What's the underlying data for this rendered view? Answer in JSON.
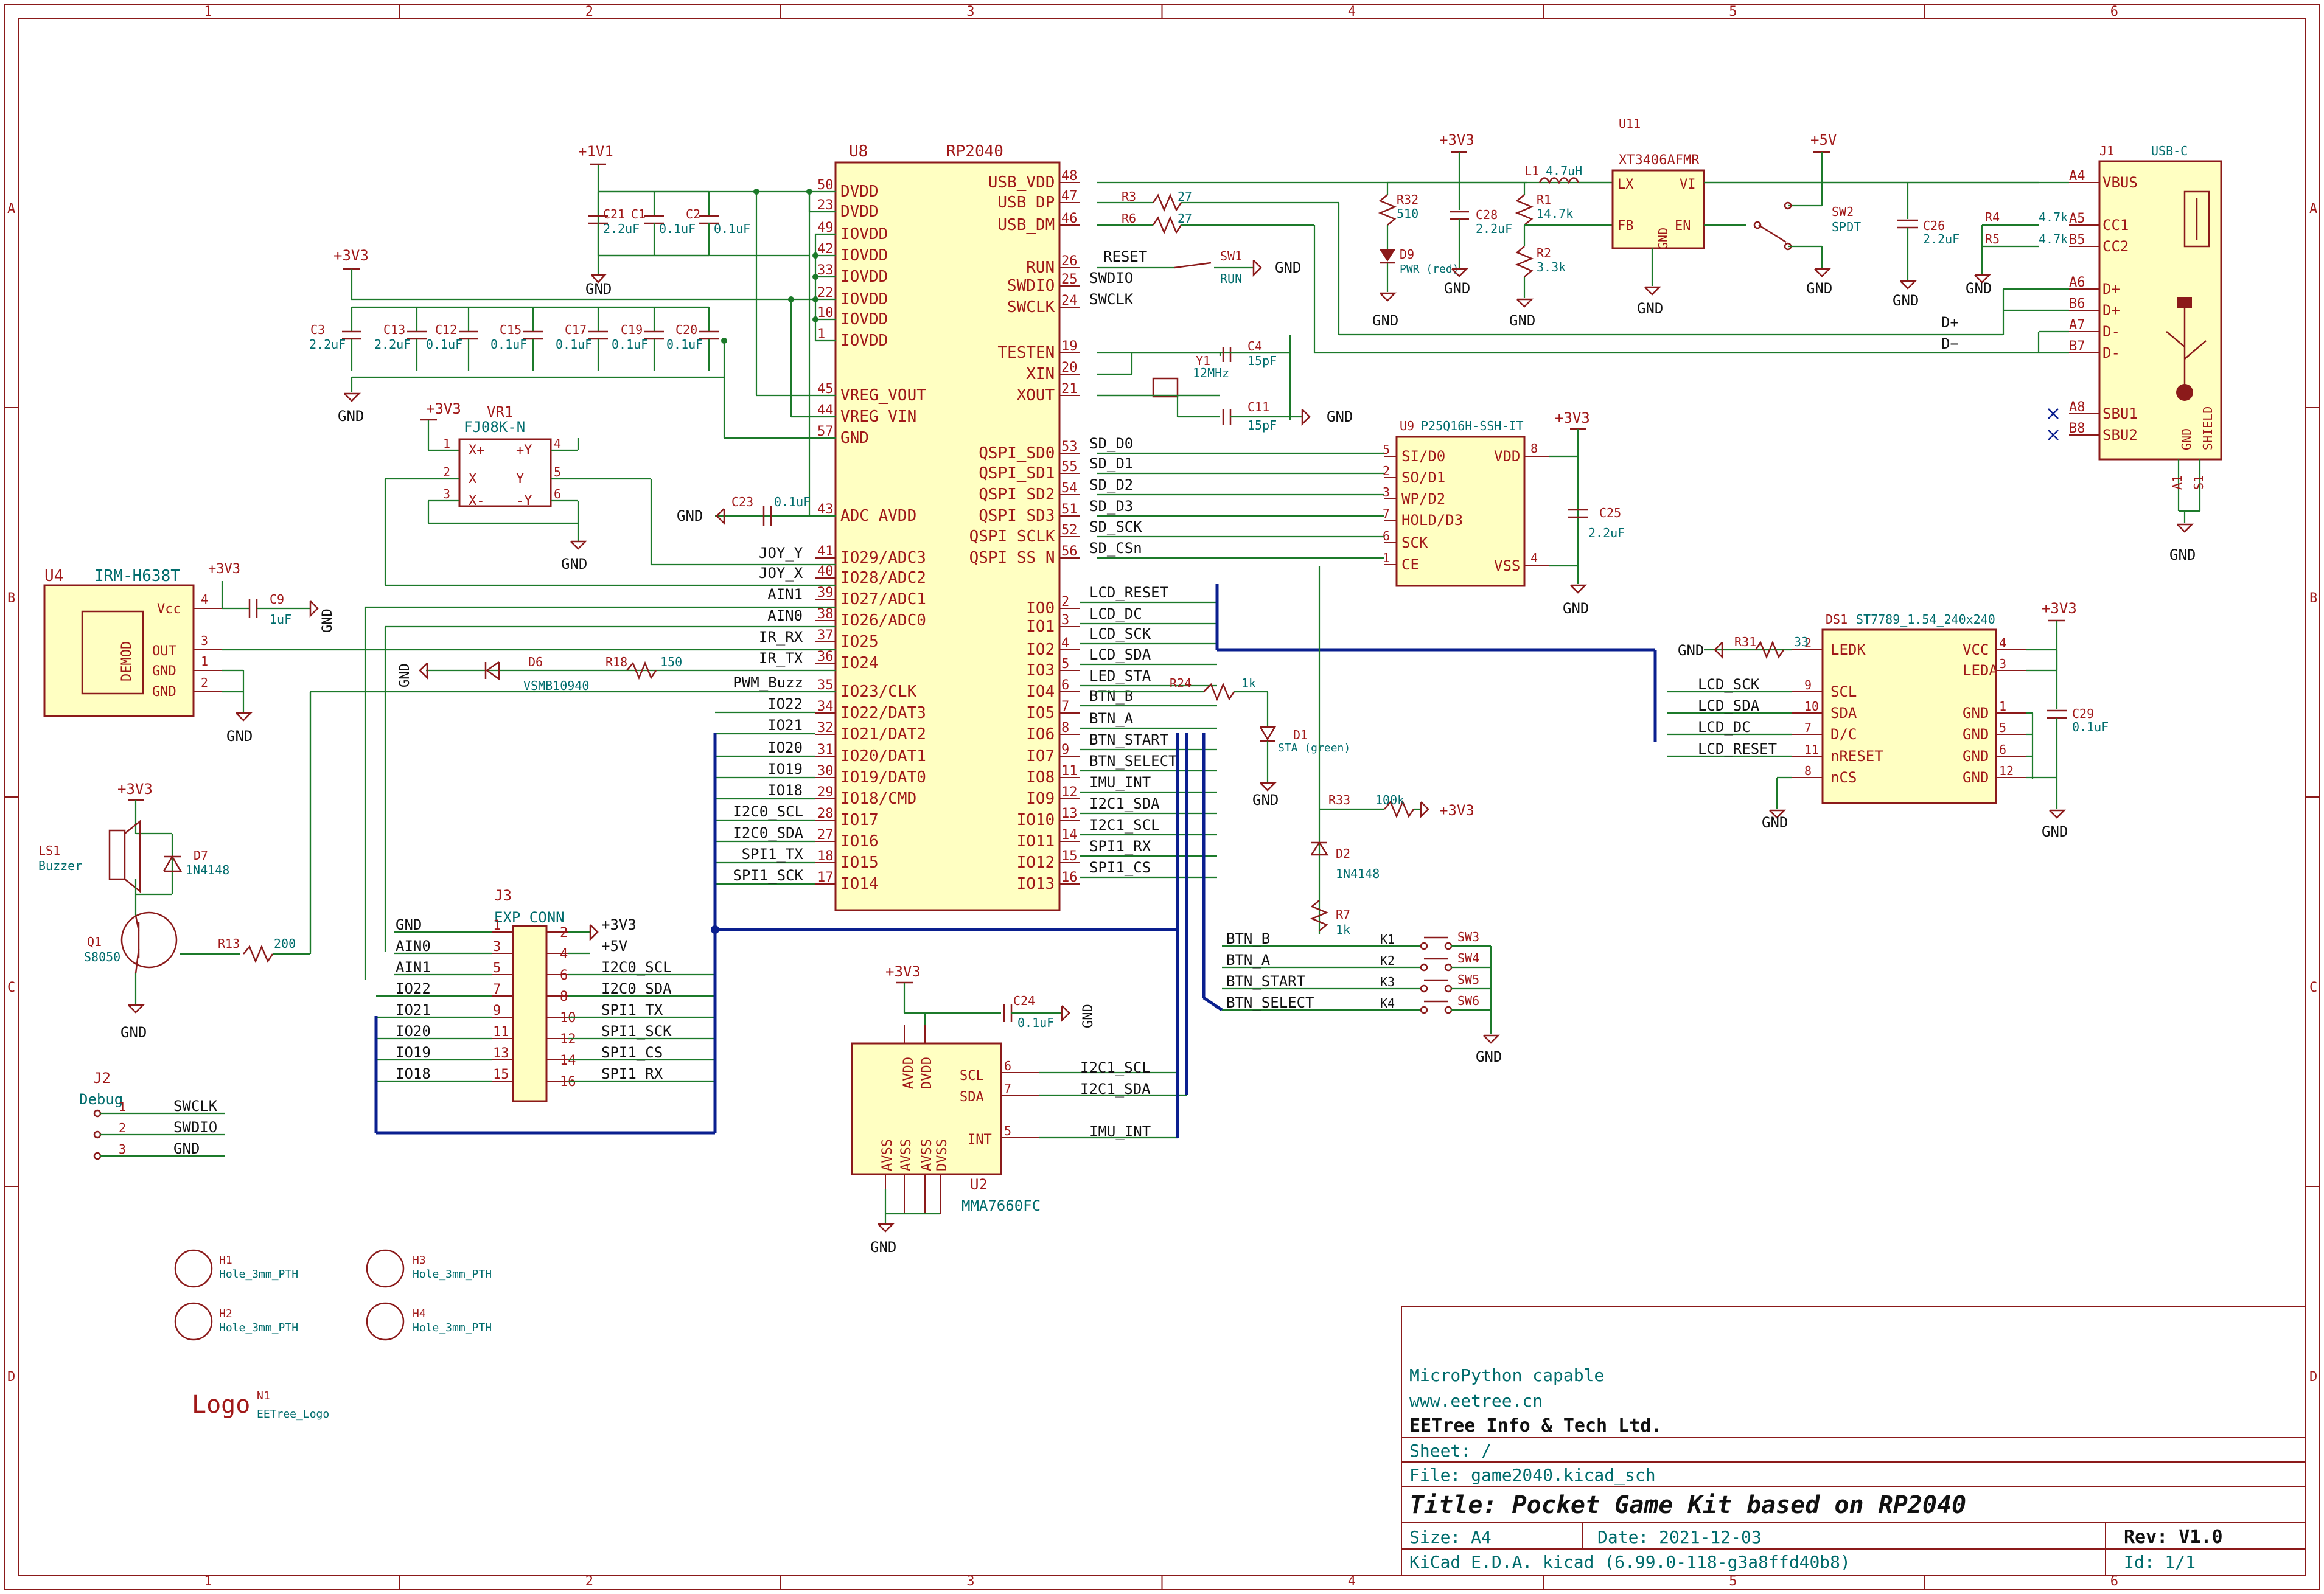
{
  "frame": {
    "columns": [
      "1",
      "2",
      "3",
      "4",
      "5",
      "6"
    ],
    "rows": [
      "A",
      "B",
      "C",
      "D"
    ]
  },
  "title_block": {
    "comment1": "MicroPython capable",
    "comment2": "www.eetree.cn",
    "company": "EETree Info & Tech Ltd.",
    "sheet": "Sheet: /",
    "file": "File: game2040.kicad_sch",
    "title": "Title: Pocket Game Kit based on RP2040",
    "size": "Size: A4",
    "date": "Date: 2021-12-03",
    "rev": "Rev: V1.0",
    "tool": "KiCad E.D.A.  kicad (6.99.0-118-g3a8ffd40b8)",
    "id": "Id: 1/1"
  },
  "mcu": {
    "ref": "U8",
    "value": "RP2040",
    "left_pins": [
      {
        "num": "50",
        "name": "DVDD"
      },
      {
        "num": "23",
        "name": "DVDD"
      },
      {
        "num": "49",
        "name": "IOVDD"
      },
      {
        "num": "42",
        "name": "IOVDD"
      },
      {
        "num": "33",
        "name": "IOVDD"
      },
      {
        "num": "22",
        "name": "IOVDD"
      },
      {
        "num": "10",
        "name": "IOVDD"
      },
      {
        "num": "1",
        "name": "IOVDD"
      },
      {
        "num": "45",
        "name": "VREG_VOUT"
      },
      {
        "num": "44",
        "name": "VREG_VIN"
      },
      {
        "num": "57",
        "name": "GND"
      },
      {
        "num": "43",
        "name": "ADC_AVDD"
      },
      {
        "num": "41",
        "name": "IO29/ADC3"
      },
      {
        "num": "40",
        "name": "IO28/ADC2"
      },
      {
        "num": "39",
        "name": "IO27/ADC1"
      },
      {
        "num": "38",
        "name": "IO26/ADC0"
      },
      {
        "num": "37",
        "name": "IO25"
      },
      {
        "num": "36",
        "name": "IO24"
      },
      {
        "num": "35",
        "name": "IO23/CLK"
      },
      {
        "num": "34",
        "name": "IO22/DAT3"
      },
      {
        "num": "32",
        "name": "IO21/DAT2"
      },
      {
        "num": "31",
        "name": "IO20/DAT1"
      },
      {
        "num": "30",
        "name": "IO19/DAT0"
      },
      {
        "num": "29",
        "name": "IO18/CMD"
      },
      {
        "num": "28",
        "name": "IO17"
      },
      {
        "num": "27",
        "name": "IO16"
      },
      {
        "num": "18",
        "name": "IO15"
      },
      {
        "num": "17",
        "name": "IO14"
      }
    ],
    "right_pins": [
      {
        "num": "48",
        "name": "USB_VDD"
      },
      {
        "num": "47",
        "name": "USB_DP"
      },
      {
        "num": "46",
        "name": "USB_DM"
      },
      {
        "num": "26",
        "name": "RUN"
      },
      {
        "num": "25",
        "name": "SWDIO"
      },
      {
        "num": "24",
        "name": "SWCLK"
      },
      {
        "num": "19",
        "name": "TESTEN"
      },
      {
        "num": "20",
        "name": "XIN"
      },
      {
        "num": "21",
        "name": "XOUT"
      },
      {
        "num": "53",
        "name": "QSPI_SD0"
      },
      {
        "num": "55",
        "name": "QSPI_SD1"
      },
      {
        "num": "54",
        "name": "QSPI_SD2"
      },
      {
        "num": "51",
        "name": "QSPI_SD3"
      },
      {
        "num": "52",
        "name": "QSPI_SCLK"
      },
      {
        "num": "56",
        "name": "QSPI_SS_N"
      },
      {
        "num": "2",
        "name": "IO0"
      },
      {
        "num": "3",
        "name": "IO1"
      },
      {
        "num": "4",
        "name": "IO2"
      },
      {
        "num": "5",
        "name": "IO3"
      },
      {
        "num": "6",
        "name": "IO4"
      },
      {
        "num": "7",
        "name": "IO5"
      },
      {
        "num": "8",
        "name": "IO6"
      },
      {
        "num": "9",
        "name": "IO7"
      },
      {
        "num": "11",
        "name": "IO8"
      },
      {
        "num": "12",
        "name": "IO9"
      },
      {
        "num": "13",
        "name": "IO10"
      },
      {
        "num": "14",
        "name": "IO11"
      },
      {
        "num": "15",
        "name": "IO12"
      },
      {
        "num": "16",
        "name": "IO13"
      }
    ],
    "left_nets": [
      "JOY_Y",
      "JOY_X",
      "AIN1",
      "AIN0",
      "IR_RX",
      "IR_TX",
      "PWM_Buzz",
      "IO22",
      "IO21",
      "IO20",
      "IO19",
      "IO18",
      "I2C0_SCL",
      "I2C0_SDA",
      "SPI1_TX",
      "SPI1_SCK"
    ],
    "right_nets": [
      "RESET",
      "SWDIO",
      "SWCLK",
      "SD_D0",
      "SD_D1",
      "SD_D2",
      "SD_D3",
      "SD_SCK",
      "SD_CSn",
      "LCD_RESET",
      "LCD_DC",
      "LCD_SCK",
      "LCD_SDA",
      "LED_STA",
      "BTN_B",
      "BTN_A",
      "BTN_START",
      "BTN_SELECT",
      "IMU_INT",
      "I2C1_SDA",
      "I2C1_SCL",
      "SPI1_RX",
      "SPI1_CS"
    ]
  },
  "power_caps": [
    {
      "ref": "C3",
      "val": "2.2uF"
    },
    {
      "ref": "C13",
      "val": "2.2uF"
    },
    {
      "ref": "C12",
      "val": "0.1uF"
    },
    {
      "ref": "C15",
      "val": "0.1uF"
    },
    {
      "ref": "C17",
      "val": "0.1uF"
    },
    {
      "ref": "C19",
      "val": "0.1uF"
    },
    {
      "ref": "C20",
      "val": "0.1uF"
    }
  ],
  "core_caps": [
    {
      "ref": "C21",
      "val": "2.2uF"
    },
    {
      "ref": "C1",
      "val": "0.1uF"
    },
    {
      "ref": "C2",
      "val": "0.1uF"
    }
  ],
  "labels": {
    "v1v1": "+1V1",
    "v3v3": "+3V3",
    "v5v": "+5V",
    "gnd": "GND",
    "c23": "C23",
    "c23v": "0.1uF",
    "vr1": "VR1",
    "vr1v": "FJ08K-N",
    "vr_pins": [
      "X+",
      "+Y",
      "X",
      "Y",
      "X-",
      "-Y"
    ],
    "u4": "U4",
    "u4v": "IRM-H638T",
    "demod": "DEMOD",
    "vcc": "Vcc",
    "out": "OUT",
    "c9": "C9",
    "c9v": "1uF",
    "d6": "D6",
    "d6v": "VSMB10940",
    "r18": "R18",
    "r18v": "150",
    "ls1": "LS1",
    "ls1v": "Buzzer",
    "d7": "D7",
    "d7v": "1N4148",
    "q1": "Q1",
    "q1v": "S8050",
    "r13": "R13",
    "r13v": "200",
    "j3": "J3",
    "j3v": "EXP_CONN",
    "j3_left": [
      "GND",
      "AIN0",
      "AIN1",
      "IO22",
      "IO21",
      "IO20",
      "IO19",
      "IO18"
    ],
    "j3_right": [
      "+3V3",
      "+5V",
      "I2C0_SCL",
      "I2C0_SDA",
      "SPI1_TX",
      "SPI1_SCK",
      "SPI1_CS",
      "SPI1_RX"
    ],
    "j2": "J2",
    "j2v": "Debug",
    "j2_nets": [
      "SWCLK",
      "SWDIO",
      "GND"
    ],
    "h1": "H1",
    "h2": "H2",
    "h3": "H3",
    "h4": "H4",
    "hv": "Hole_3mm_PTH",
    "logo": "Logo",
    "n1": "N1",
    "n1v": "EETree_Logo",
    "u2": "U2",
    "u2v": "MMA7660FC",
    "u2_pins": [
      "AVDD",
      "DVDD",
      "SCL",
      "SDA",
      "INT",
      "AVSS",
      "AVSS",
      "AVSS",
      "DVSS"
    ],
    "c24": "C24",
    "c24v": "0.1uF",
    "u9": "U9",
    "u9v": "P25Q16H-SSH-IT",
    "u9_pins": [
      "SI/D0",
      "SO/D1",
      "WP/D2",
      "HOLD/D3",
      "SCK",
      "CE",
      "VDD",
      "VSS"
    ],
    "c25": "C25",
    "c25v": "2.2uF",
    "sw1": "SW1",
    "sw1v": "RUN",
    "r3": "R3",
    "r6": "R6",
    "r27": "27",
    "c4": "C4",
    "c11": "C11",
    "c15pf": "15pF",
    "y1": "Y1",
    "y1v": "12MHz",
    "r24": "R24",
    "r24v": "1k",
    "d1": "D1",
    "d1v": "STA (green)",
    "r33": "R33",
    "r33v": "100k",
    "d2": "D2",
    "d2v": "1N4148",
    "r7": "R7",
    "r7v": "1k",
    "buttons": [
      {
        "net": "BTN_B",
        "k": "K1",
        "sw": "SW3"
      },
      {
        "net": "BTN_A",
        "k": "K2",
        "sw": "SW4"
      },
      {
        "net": "BTN_START",
        "k": "K3",
        "sw": "SW5"
      },
      {
        "net": "BTN_SELECT",
        "k": "K4",
        "sw": "SW6"
      }
    ],
    "r32": "R32",
    "r32v": "510",
    "d9": "D9",
    "d9v": "PWR (red)",
    "c28": "C28",
    "c28v": "2.2uF",
    "l1": "L1",
    "l1v": "4.7uH",
    "r1": "R1",
    "r1v": "14.7k",
    "r2": "R2",
    "r2v": "3.3k",
    "u11": "U11",
    "u11v": "XT3406AFMR",
    "u11_pins": [
      "LX",
      "VI",
      "FB",
      "EN",
      "GND"
    ],
    "sw2": "SW2",
    "sw2v": "SPDT",
    "c26": "C26",
    "c26v": "2.2uF",
    "j1": "J1",
    "j1v": "USB-C",
    "j1_pins": [
      {
        "n": "A4",
        "l": "VBUS"
      },
      {
        "n": "A5",
        "l": "CC1"
      },
      {
        "n": "B5",
        "l": "CC2"
      },
      {
        "n": "A6",
        "l": "D+"
      },
      {
        "n": "B6",
        "l": "D+"
      },
      {
        "n": "A7",
        "l": "D-"
      },
      {
        "n": "B7",
        "l": "D-"
      },
      {
        "n": "A8",
        "l": "SBU1"
      },
      {
        "n": "B8",
        "l": "SBU2"
      }
    ],
    "r4": "R4",
    "r5": "R5",
    "r45v": "4.7k",
    "dplus": "D+",
    "dminus": "D−",
    "shield": "SHIELD",
    "a1": "A1",
    "s1": "S1",
    "ds1": "DS1",
    "ds1v": "ST7789_1.54_240x240",
    "ds1_left": [
      "LEDK",
      "SCL",
      "SDA",
      "D/C",
      "nRESET",
      "nCS"
    ],
    "ds1_right": [
      "VCC",
      "LEDA",
      "GND",
      "GND",
      "GND",
      "GND"
    ],
    "ds1_nets": [
      "LCD_SCK",
      "LCD_SDA",
      "LCD_DC",
      "LCD_RESET"
    ],
    "r31": "R31",
    "r31v": "33",
    "c29": "C29",
    "c29v": "0.1uF"
  }
}
